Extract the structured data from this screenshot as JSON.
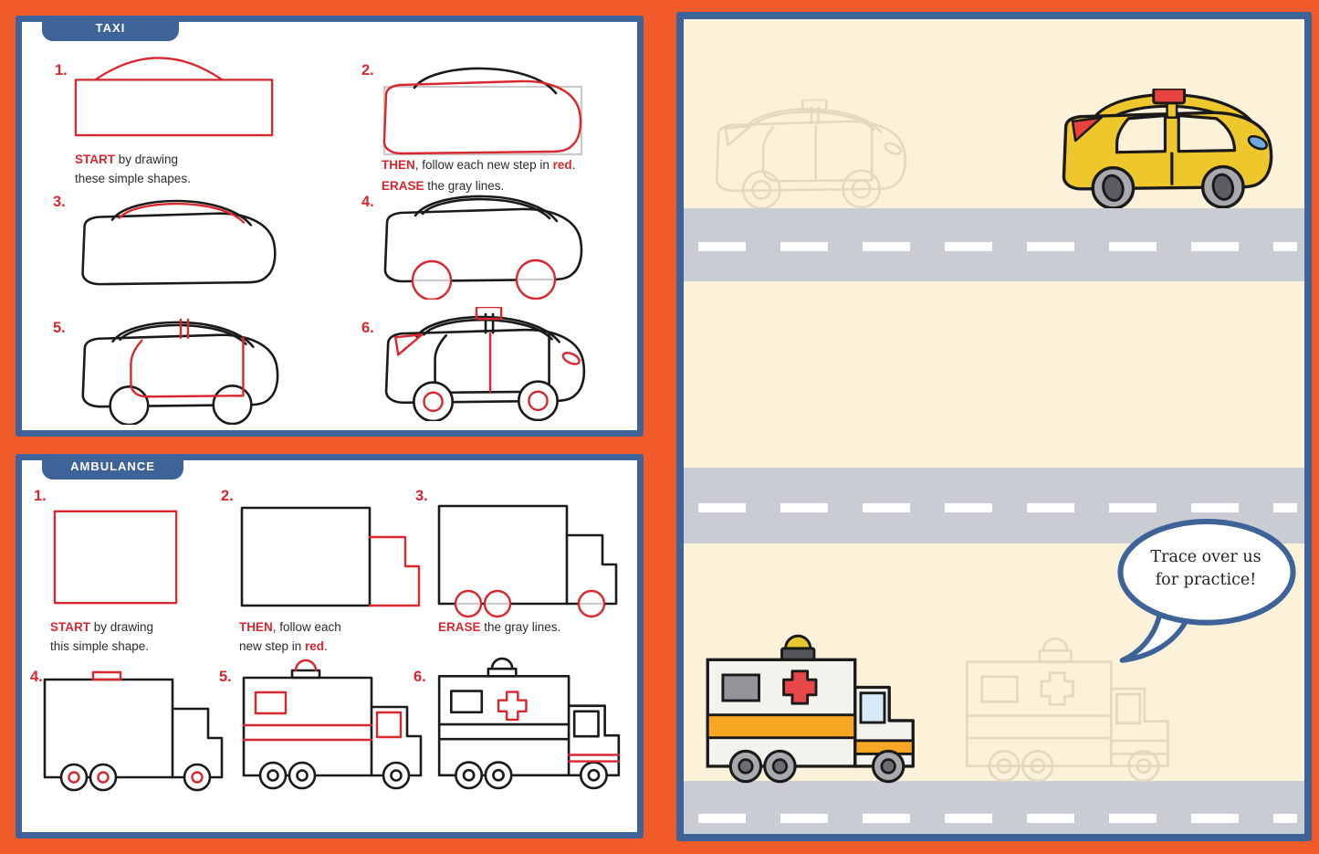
{
  "colors": {
    "background_orange": "#F15A29",
    "panel_border_blue": "#3D6399",
    "page_cream": "#FBF2D9",
    "road_gray": "#C9CCD3",
    "instruction_red": "#D9272E",
    "taxi_yellow": "#EDC72C",
    "taxi_sign_red": "#E8423E",
    "ambulance_stripe_orange": "#F7A723",
    "cross_red": "#E8474A",
    "cab_window_blue": "#D8E9F8",
    "headlight_blue": "#6FA8DC",
    "wheel_gray": "#A7A9AC",
    "wheel_hub_dark": "#5B5D60",
    "faded_trace_line": "#E3D9BC"
  },
  "taxi_panel": {
    "tab": "TAXI",
    "step_numbers": [
      "1.",
      "2.",
      "3.",
      "4.",
      "5.",
      "6."
    ],
    "captions": {
      "start_word": "START",
      "start_rest_line1": " by drawing",
      "start_rest_line2": "these simple shapes.",
      "then_word": "THEN",
      "then_mid": ", follow each new step in ",
      "red_word": "red",
      "period": ".",
      "erase_word": "ERASE",
      "erase_rest": " the gray lines."
    }
  },
  "ambulance_panel": {
    "tab": "AMBULANCE",
    "step_numbers": [
      "1.",
      "2.",
      "3.",
      "4.",
      "5.",
      "6."
    ],
    "captions": {
      "start_word": "START",
      "start_rest_line1": " by drawing",
      "start_rest_line2": "this simple shape.",
      "then_word": "THEN",
      "then_mid_line1": ", follow each",
      "then_mid_line2": "new step in ",
      "red_word": "red",
      "period": ".",
      "erase_word": "ERASE",
      "erase_rest": " the gray lines."
    }
  },
  "practice_page": {
    "speech_bubble": {
      "line1": "Trace over us",
      "line2": "for practice!"
    }
  }
}
